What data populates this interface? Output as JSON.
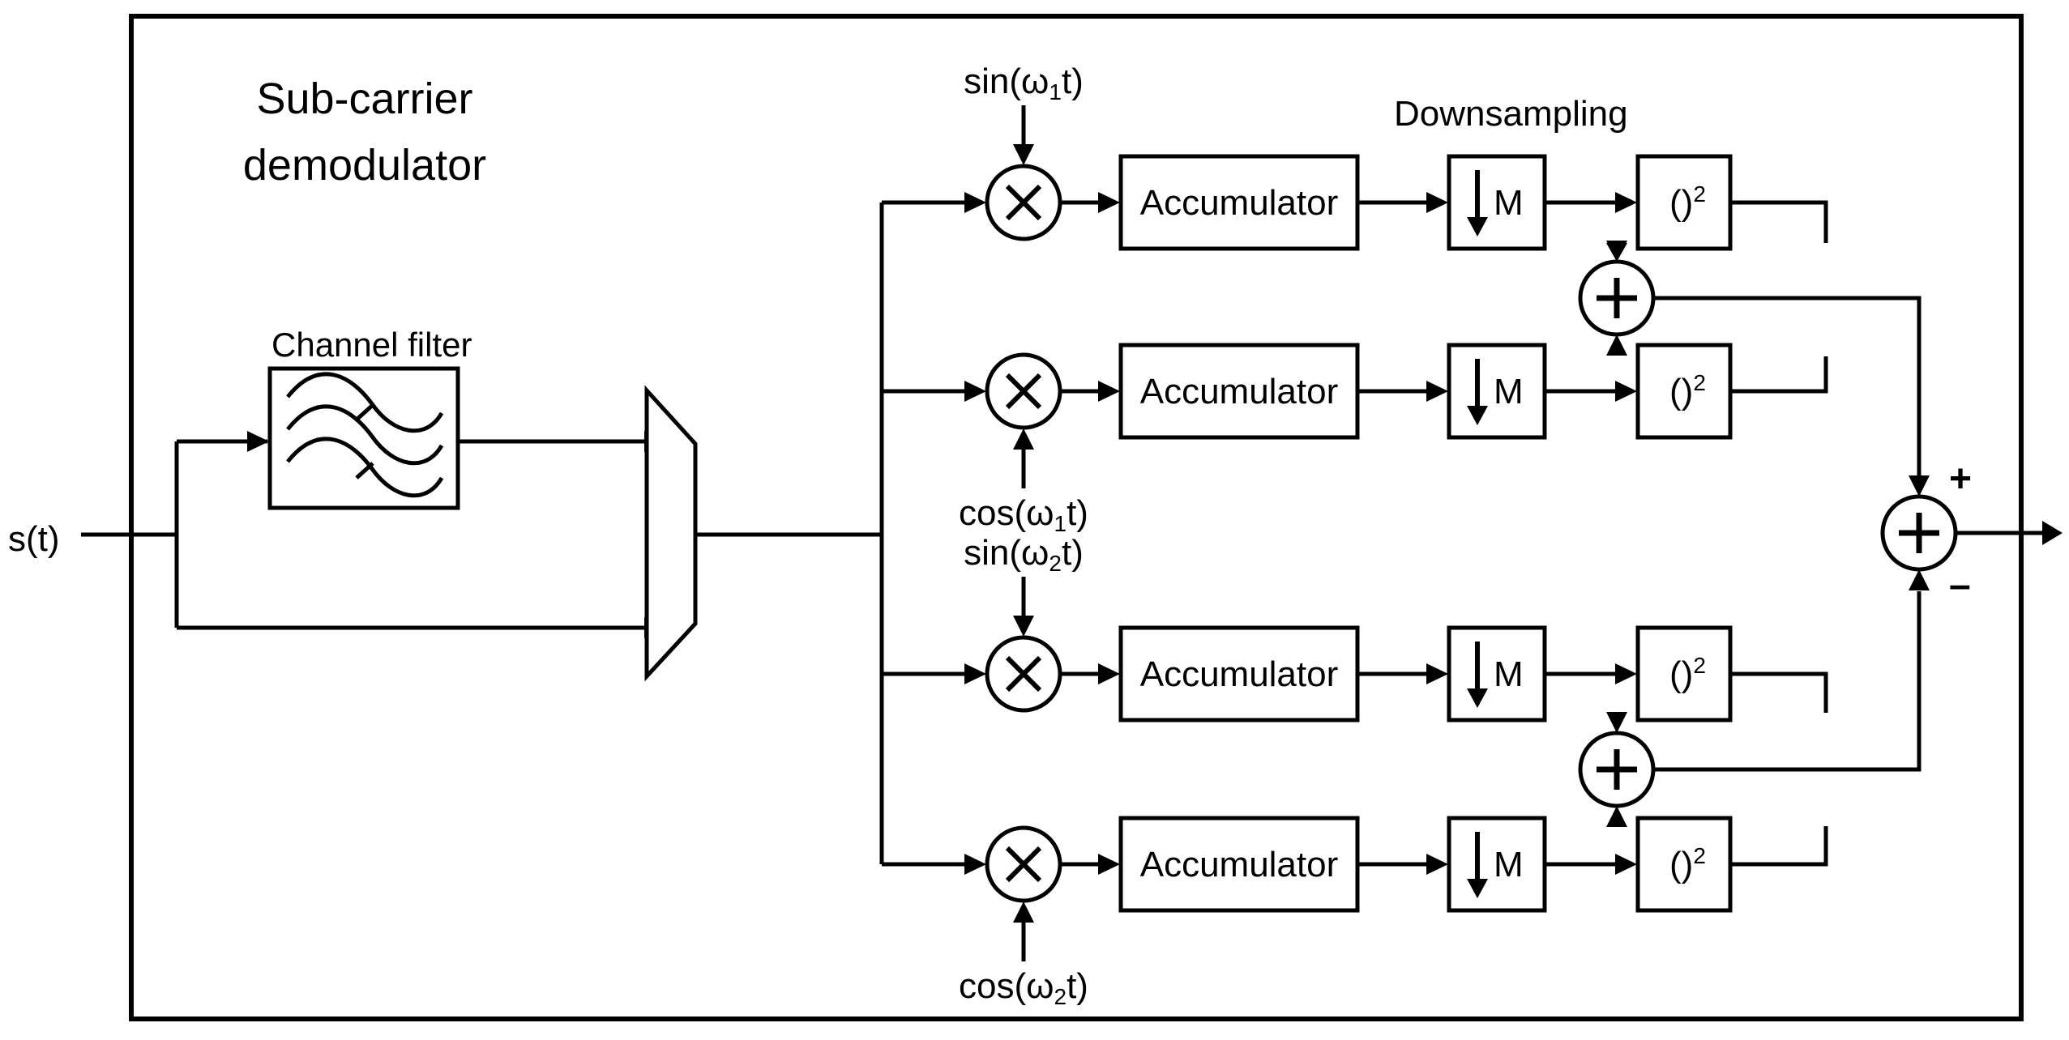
{
  "title": {
    "line1": "Sub-carrier",
    "line2": "demodulator"
  },
  "input_label": "s(t)",
  "channel_filter_label": "Channel filter",
  "downsampling_label": "Downsampling",
  "branches": [
    {
      "osc_label": "sin(ω1t)",
      "osc_base": "sin(ω",
      "osc_sub": "1",
      "osc_tail": "t)",
      "accumulator": "Accumulator",
      "downsample": "M",
      "square_base": "()",
      "square_exp": "2"
    },
    {
      "osc_label": "cos(ω1t)",
      "osc_base": "cos(ω",
      "osc_sub": "1",
      "osc_tail": "t)",
      "accumulator": "Accumulator",
      "downsample": "M",
      "square_base": "()",
      "square_exp": "2"
    },
    {
      "osc_label": "sin(ω2t)",
      "osc_base": "sin(ω",
      "osc_sub": "2",
      "osc_tail": "t)",
      "accumulator": "Accumulator",
      "downsample": "M",
      "square_base": "()",
      "square_exp": "2"
    },
    {
      "osc_label": "cos(ω2t)",
      "osc_base": "cos(ω",
      "osc_sub": "2",
      "osc_tail": "t)",
      "accumulator": "Accumulator",
      "downsample": "M",
      "square_base": "()",
      "square_exp": "2"
    }
  ],
  "final_sum_signs": {
    "plus": "+",
    "minus": "–"
  }
}
